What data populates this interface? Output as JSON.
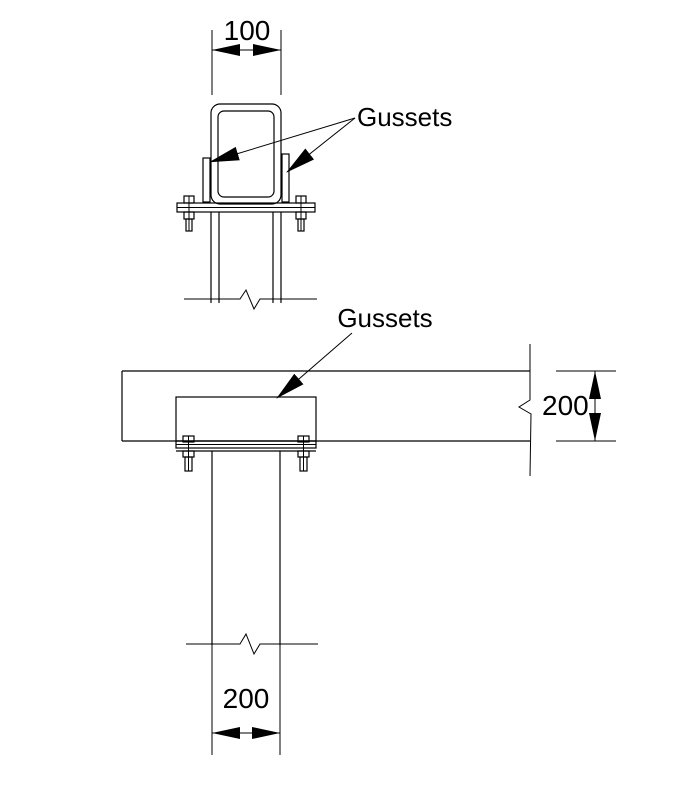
{
  "top_view": {
    "dimension_width": "100",
    "gusset_label": "Gussets"
  },
  "elevation_view": {
    "gusset_label": "Gussets",
    "beam_depth_dimension": "200",
    "column_width_dimension": "200"
  }
}
